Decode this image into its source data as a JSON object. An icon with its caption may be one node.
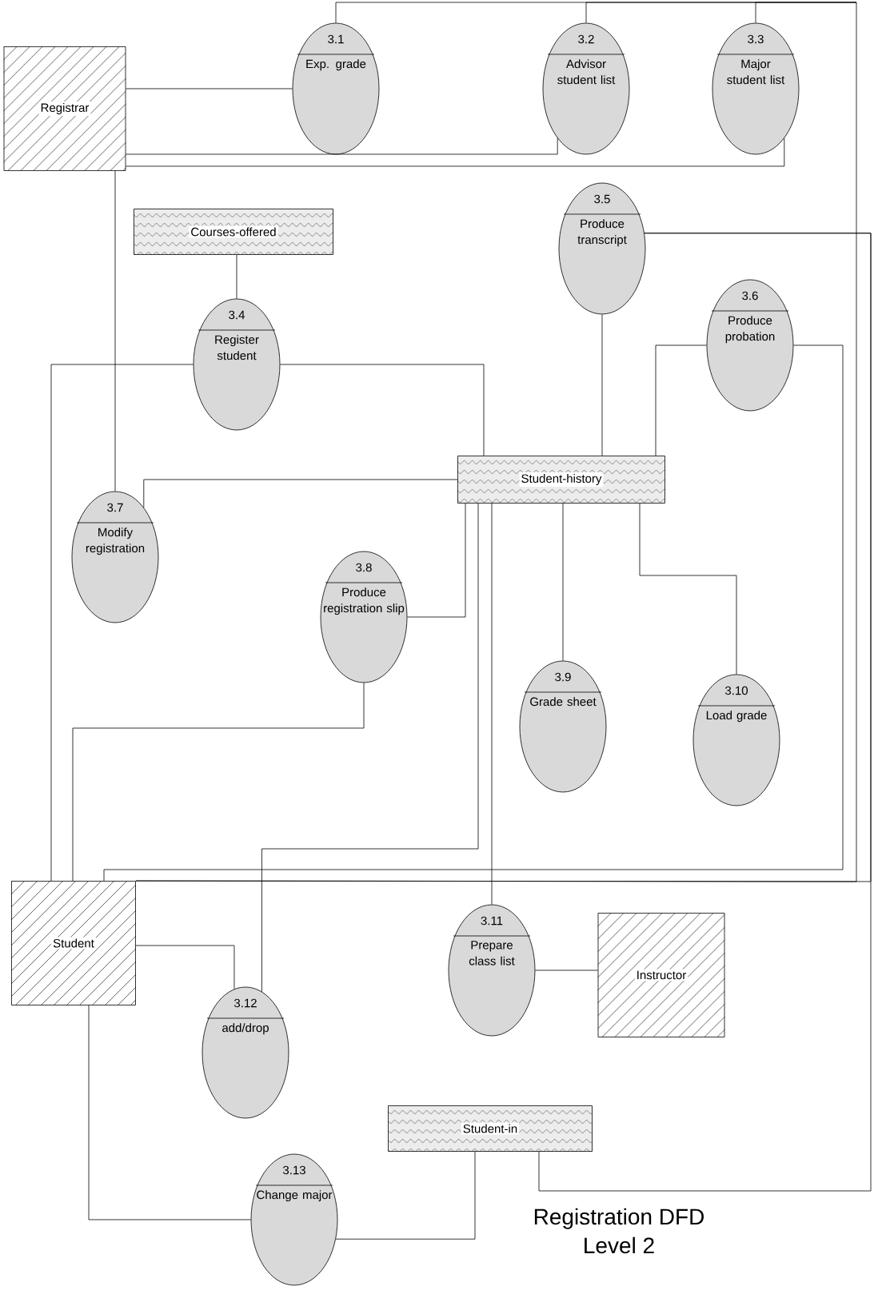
{
  "diagram": {
    "title": "Registration DFD Level 2",
    "nodes": [
      {
        "text": [
          "Registrar"
        ]
      },
      {
        "text": [
          "3.1",
          "Exp. grade"
        ]
      },
      {
        "text": [
          "3.2",
          "Advisor student list"
        ]
      },
      {
        "text": [
          "3.3",
          "Major student list"
        ]
      },
      {
        "text": [
          "Courses-offered"
        ]
      },
      {
        "text": [
          "3.5",
          "Produce transcript"
        ]
      },
      {
        "text": [
          "3.4",
          "Register student"
        ]
      },
      {
        "text": [
          "3.6",
          "Produce probation"
        ]
      },
      {
        "text": [
          "Student-history"
        ]
      },
      {
        "text": [
          "3.7",
          "Modify registration"
        ]
      },
      {
        "text": [
          "3.8",
          "Produce registration slip"
        ]
      },
      {
        "text": [
          "3.9",
          "Grade sheet"
        ]
      },
      {
        "text": [
          "3.10",
          "Load grade"
        ]
      },
      {
        "text": [
          "Student"
        ]
      },
      {
        "text": [
          "3.11",
          "Prepare class list"
        ]
      },
      {
        "text": [
          "Instructor"
        ]
      },
      {
        "text": [
          "3.12",
          "add/drop"
        ]
      },
      {
        "text": [
          "Student-in"
        ]
      },
      {
        "text": [
          "3.13",
          "Change major"
        ]
      }
    ],
    "edges": [
      {
        "from": 0,
        "to": 1,
        "arrow": "none"
      },
      {
        "from": 0,
        "to": 2,
        "arrow": "none"
      },
      {
        "from": 0,
        "to": 3,
        "arrow": "none"
      },
      {
        "from": 1,
        "to": 13,
        "arrow": "none"
      },
      {
        "from": 2,
        "to": 13,
        "arrow": "none"
      },
      {
        "from": 3,
        "to": 13,
        "arrow": "none"
      },
      {
        "from": 5,
        "to": 13,
        "arrow": "none"
      },
      {
        "from": 5,
        "to": 17,
        "arrow": "none"
      },
      {
        "from": 7,
        "to": 13,
        "arrow": "none"
      },
      {
        "from": 4,
        "to": 6,
        "arrow": "none"
      },
      {
        "from": 6,
        "to": 13,
        "arrow": "none"
      },
      {
        "from": 6,
        "to": 8,
        "arrow": "none"
      },
      {
        "from": 5,
        "to": 8,
        "arrow": "none"
      },
      {
        "from": 7,
        "to": 8,
        "arrow": "none"
      },
      {
        "from": 8,
        "to": 9,
        "arrow": "none"
      },
      {
        "from": 0,
        "to": 9,
        "arrow": "none"
      },
      {
        "from": 8,
        "to": 10,
        "arrow": "none"
      },
      {
        "from": 8,
        "to": 16,
        "arrow": "none"
      },
      {
        "from": 8,
        "to": 14,
        "arrow": "none"
      },
      {
        "from": 8,
        "to": 11,
        "arrow": "none"
      },
      {
        "from": 8,
        "to": 12,
        "arrow": "none"
      },
      {
        "from": 10,
        "to": 13,
        "arrow": "none"
      },
      {
        "from": 13,
        "to": 16,
        "arrow": "none"
      },
      {
        "from": 13,
        "to": 18,
        "arrow": "none"
      },
      {
        "from": 18,
        "to": 17,
        "arrow": "none"
      },
      {
        "from": 14,
        "to": 15,
        "arrow": "none"
      }
    ]
  }
}
